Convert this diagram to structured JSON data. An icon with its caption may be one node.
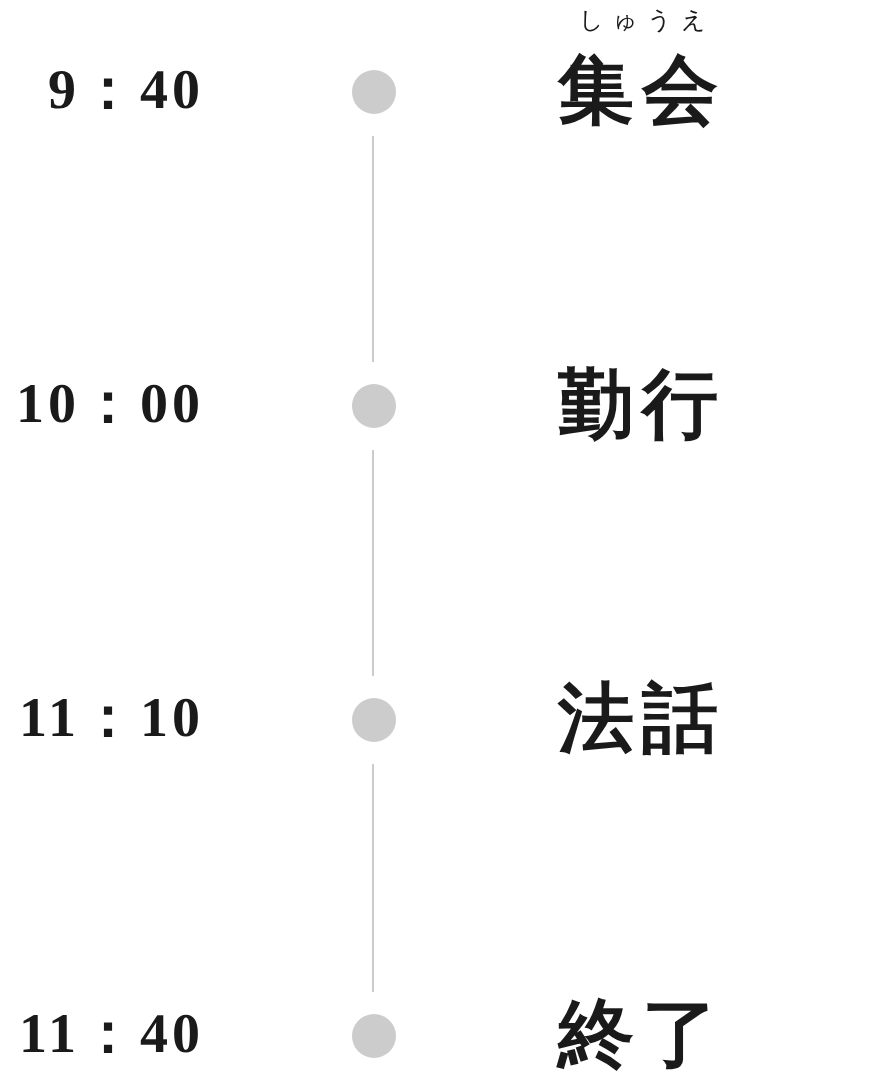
{
  "diagram": {
    "nodes": [
      {
        "text": [],
        "shape": "circle",
        "beside": [
          "9：40",
          "しゅうえ",
          "集会"
        ]
      },
      {
        "text": [],
        "shape": "circle",
        "beside": [
          "10：00",
          "勤行"
        ]
      },
      {
        "text": [],
        "shape": "circle",
        "beside": [
          "11：10",
          "法話"
        ]
      },
      {
        "text": [],
        "shape": "circle",
        "beside": [
          "11：40",
          "終了"
        ]
      }
    ],
    "edges": [
      {
        "from": 0,
        "to": 1,
        "arrow": "none"
      },
      {
        "from": 1,
        "to": 2,
        "arrow": "none"
      },
      {
        "from": 2,
        "to": 3,
        "arrow": "none"
      }
    ]
  }
}
